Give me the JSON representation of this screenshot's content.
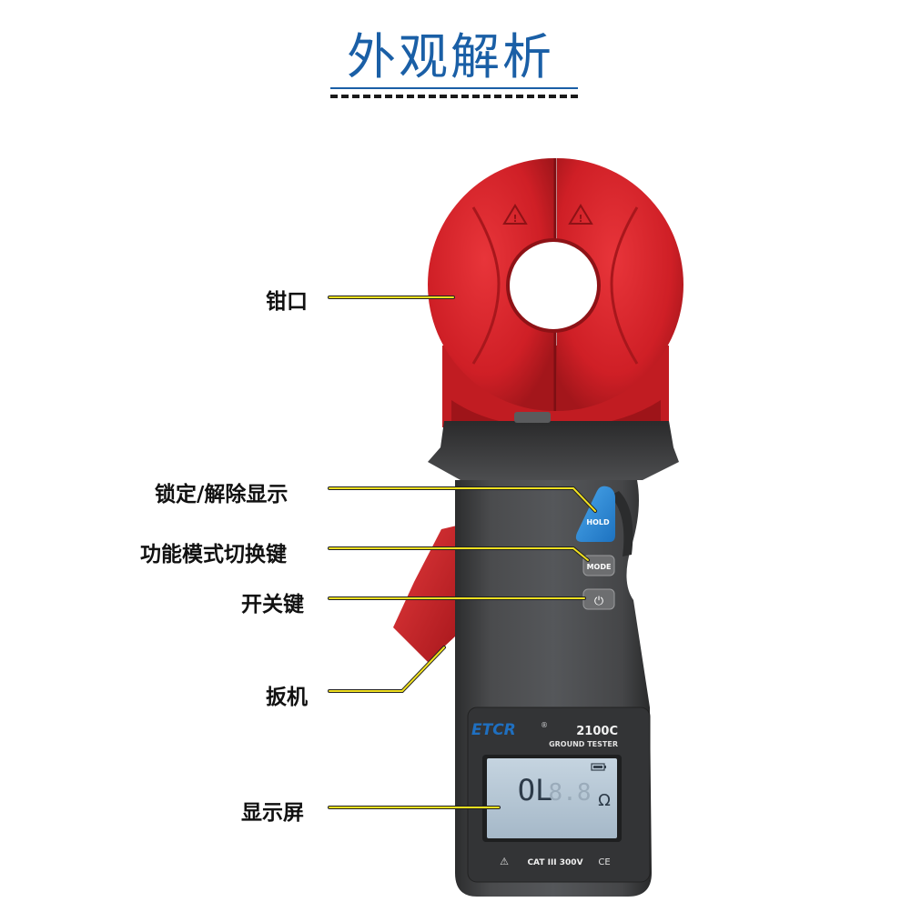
{
  "header": {
    "title": "外观解析"
  },
  "callouts": {
    "jaw": "钳口",
    "hold": "锁定/解除显示",
    "mode": "功能模式切换键",
    "power": "开关键",
    "trigger": "扳机",
    "display": "显示屏"
  },
  "device": {
    "brand": "ETCR",
    "registered_mark": "®",
    "model": "2100C",
    "subtitle": "GROUND TESTER",
    "hold_label": "HOLD",
    "mode_label": "MODE",
    "power_symbol": "⏻",
    "lcd_reading": "OL",
    "lcd_ghost": "8.8",
    "lcd_unit": "Ω",
    "warning_symbol": "⚠",
    "rating": "CAT III 300V",
    "ce_mark": "CE",
    "jaw_warning_symbol": "!"
  },
  "colors": {
    "title": "#1a5fa6",
    "leader_line": "#f0e020",
    "jaw_red": "#d8232a",
    "body_dark": "#3e3f40",
    "hold_button": "#2a86d2",
    "lcd": "#b6c7d6",
    "brand_blue": "#1f6fc0"
  }
}
